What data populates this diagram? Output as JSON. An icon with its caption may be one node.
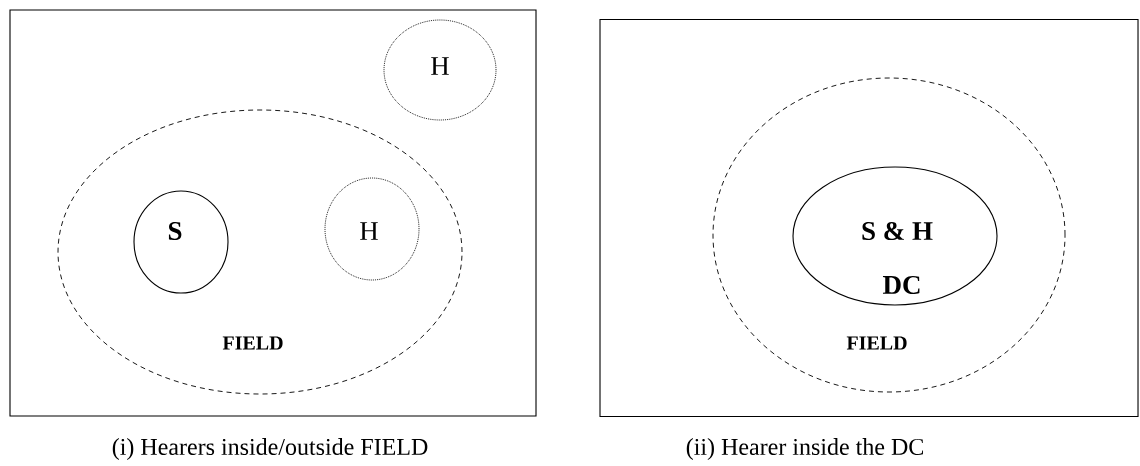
{
  "diagram": {
    "nodes": [
      {
        "text": [],
        "shape": "box",
        "beside": [
          "(i) Hearers inside/outside FIELD"
        ]
      },
      {
        "text": [
          "H"
        ],
        "in": 0
      },
      {
        "text": [
          "FIELD"
        ],
        "in": 0
      },
      {
        "text": [
          "S"
        ],
        "in": 2
      },
      {
        "text": [
          "H"
        ],
        "in": 2
      },
      {
        "text": [],
        "shape": "box",
        "beside": [
          "(ii) Hearer inside the DC"
        ]
      },
      {
        "text": [
          "FIELD"
        ],
        "in": 5
      },
      {
        "text": [
          "S & H",
          "DC"
        ],
        "in": 6
      }
    ]
  }
}
